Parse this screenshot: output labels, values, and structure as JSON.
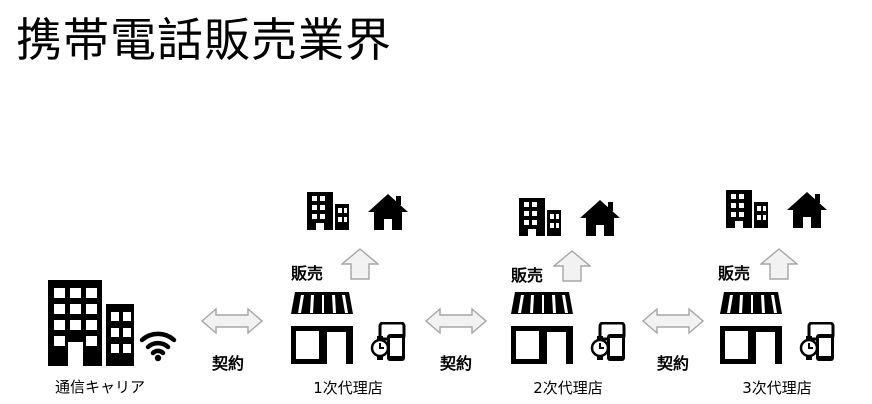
{
  "title": "携帯電話販売業界",
  "carrier": {
    "label": "通信キャリア"
  },
  "contract_label": "契約",
  "sale_label": "販売",
  "agencies": [
    {
      "label": "1次代理店"
    },
    {
      "label": "2次代理店"
    },
    {
      "label": "3次代理店"
    }
  ],
  "colors": {
    "arrow_fill": "#f2f2f2",
    "arrow_stroke": "#a6a6a6",
    "icon": "#000000"
  }
}
